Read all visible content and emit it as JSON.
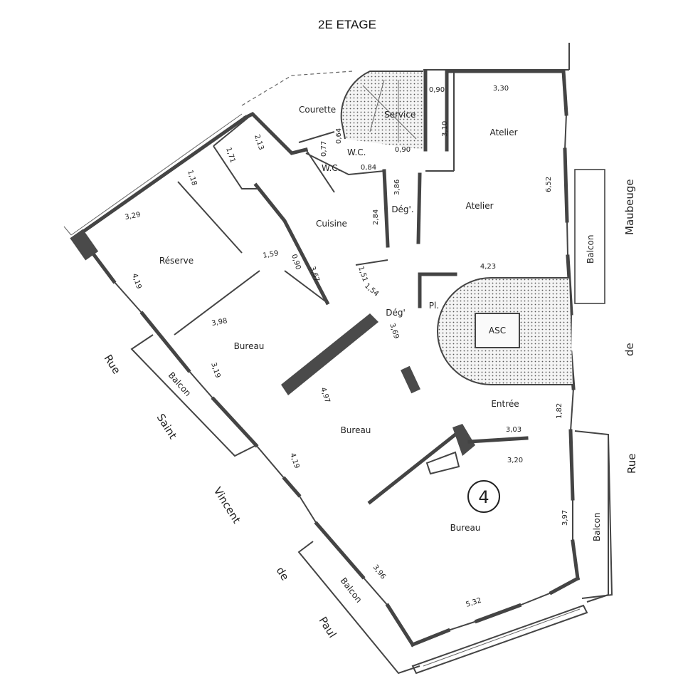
{
  "title": "2E ETAGE",
  "unit_number": "4",
  "rooms": {
    "courette": "Courette",
    "service": "Service",
    "wc_1": "W.C.",
    "wc_2": "W.C.",
    "atelier_1": "Atelier",
    "atelier_2": "Atelier",
    "degt_1": "Dég'.",
    "cuisine": "Cuisine",
    "reserve": "Réserve",
    "degt_2": "Dég'",
    "pl": "Pl.",
    "asc": "ASC",
    "bureau_1": "Bureau",
    "bureau_2": "Bureau",
    "bureau_3": "Bureau",
    "entree": "Entrée",
    "balcon_1": "Balcon",
    "balcon_2": "Balcon",
    "balcon_3": "Balcon",
    "balcon_4": "Balcon"
  },
  "dimensions": {
    "d090a": "0,90",
    "d330": "3,30",
    "d310": "3,10",
    "d064": "0,64",
    "d077": "0,77",
    "d090b": "0,90",
    "d084": "0,84",
    "d171": "1,71",
    "d213": "2,13",
    "d118": "1,18",
    "d386": "3,86",
    "d284": "2,84",
    "d652": "6,52",
    "d329": "3,29",
    "d159": "1,59",
    "d090c": "0,90",
    "d367": "3,67",
    "d151": "1,51",
    "d154": "1,54",
    "d423": "4,23",
    "d419a": "4,19",
    "d398": "3,98",
    "d369": "3,69",
    "d319": "3,19",
    "d497": "4,97",
    "d182": "1,82",
    "d303": "3,03",
    "d320": "3,20",
    "d419b": "4,19",
    "d397": "3,97",
    "d396": "3,96",
    "d532": "5,32"
  },
  "streets": {
    "rue_sv": [
      "Rue",
      "Saint",
      "Vincent",
      "de",
      "Paul"
    ],
    "rue_m": [
      "Maubeuge",
      "de",
      "Rue"
    ]
  }
}
